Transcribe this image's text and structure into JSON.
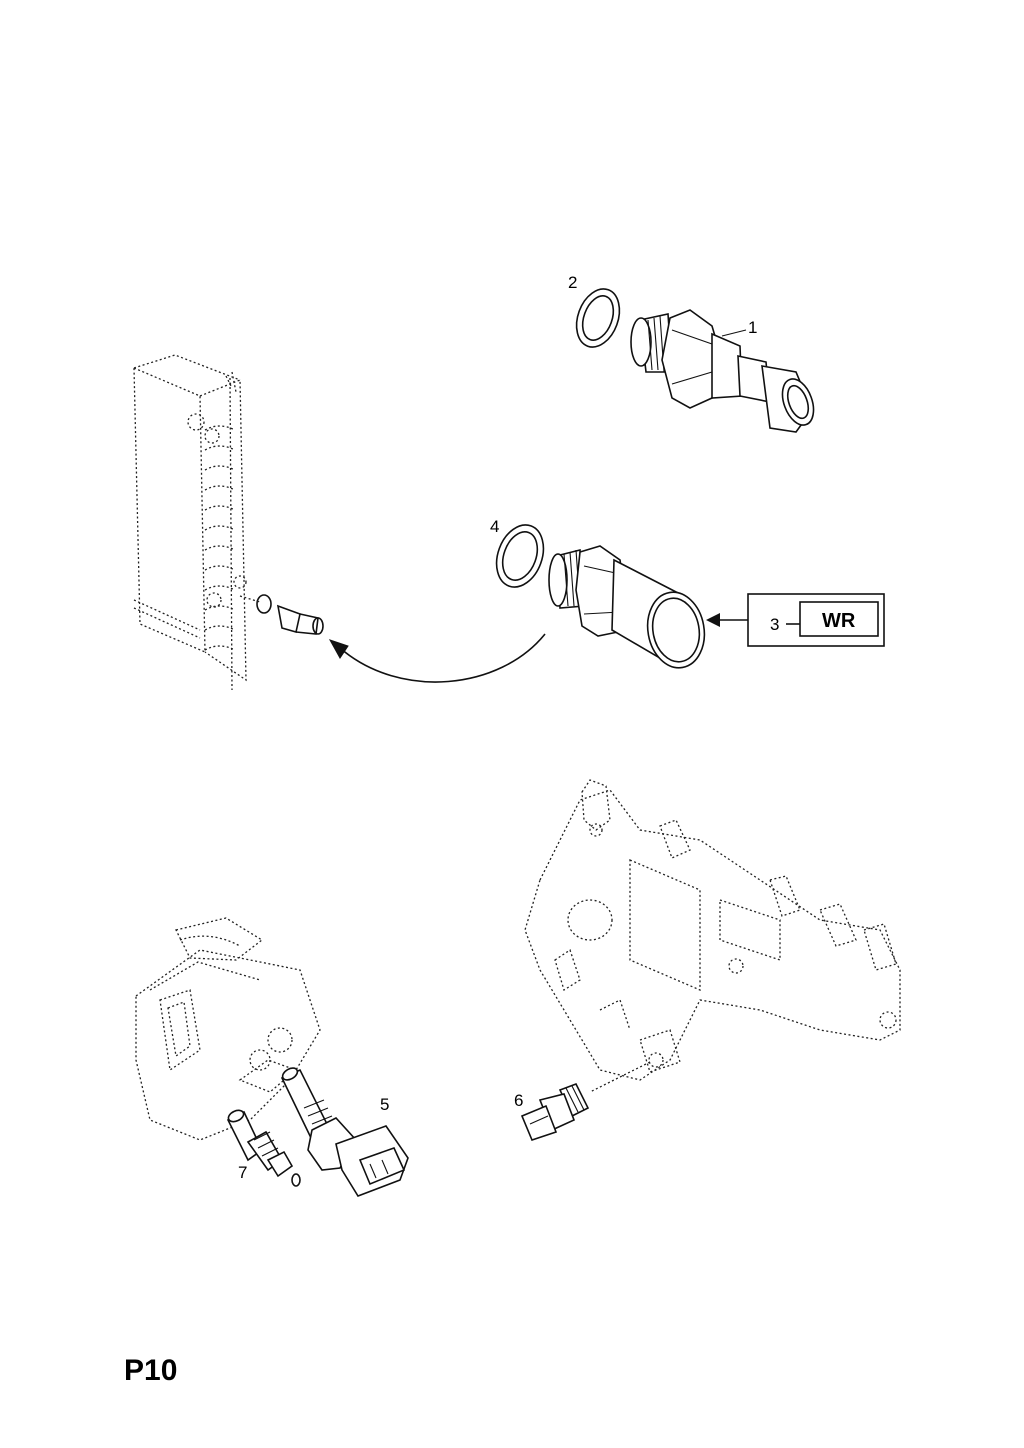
{
  "callouts": {
    "c1": "1",
    "c2": "2",
    "c3": "3",
    "c4": "4",
    "c5": "5",
    "c6": "6",
    "c7": "7"
  },
  "box_label": "WR",
  "page_code": "P10"
}
